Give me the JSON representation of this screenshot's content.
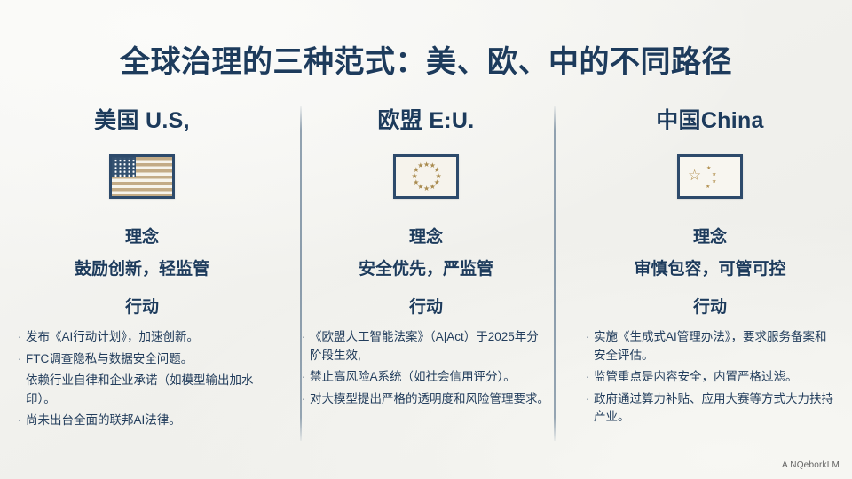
{
  "slide": {
    "title": "全球治理的三种范式：美、欧、中的不同路径",
    "watermark": "A NQeborkLM",
    "accent_color": "#1d3b5c",
    "flag_gold": "#b2904f",
    "background_color": "#f2f2ee",
    "divider_color": "#70869a"
  },
  "labels": {
    "concept_heading": "理念",
    "action_heading": "行动"
  },
  "columns": [
    {
      "name": "美国 U.S,",
      "flag_icon": "us-flag-icon",
      "concept_heading": "理念",
      "concept_text": "鼓励创新，轻监管",
      "action_heading": "行动",
      "bullets": [
        {
          "marker": "·",
          "text": "发布《AI行动计划》，加速创新。"
        },
        {
          "marker": "·",
          "text": "FTC调查隐私与数据安全问题。"
        },
        {
          "marker": "",
          "text": "依赖行业自律和企业承诺（如模型输出加水印）。"
        },
        {
          "marker": "·",
          "text": "尚未出台全面的联邦AI法律。"
        }
      ]
    },
    {
      "name": "欧盟 E:U.",
      "flag_icon": "eu-flag-icon",
      "concept_heading": "理念",
      "concept_text": "安全优先，严监管",
      "action_heading": "行动",
      "bullets": [
        {
          "marker": "·",
          "text": "《欧盟人工智能法案》（A|Act）于2025年分阶段生效,"
        },
        {
          "marker": "·",
          "text": "禁止高风险A系统（如社会信用评分）。"
        },
        {
          "marker": "·",
          "text": "对大模型提出严格的透明度和风险管理要求。"
        }
      ]
    },
    {
      "name": "中国China",
      "flag_icon": "cn-flag-icon",
      "concept_heading": "理念",
      "concept_text": "审慎包容，可管可控",
      "action_heading": "行动",
      "bullets": [
        {
          "marker": "·",
          "text": "实施《生成式AI管理办法》，要求服务备案和安全评估。"
        },
        {
          "marker": "·",
          "text": "监管重点是内容安全，内置严格过滤。"
        },
        {
          "marker": "·",
          "text": "政府通过算力补贴、应用大赛等方式大力扶持产业。"
        }
      ]
    }
  ]
}
